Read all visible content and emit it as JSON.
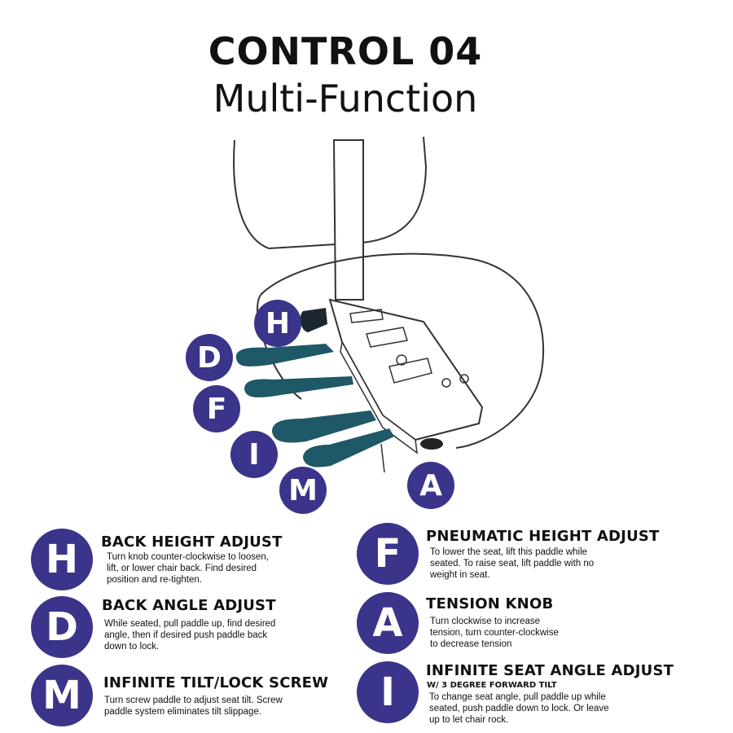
{
  "title": "CONTROL 04",
  "subtitle": "Multi-Function",
  "colors": {
    "badge": "#3a348a",
    "paddle": "#1f5866",
    "outline": "#333333"
  },
  "diagram_labels": {
    "H": "H",
    "D": "D",
    "F": "F",
    "I": "I",
    "M": "M",
    "A": "A"
  },
  "legend": {
    "H": {
      "letter": "H",
      "title": "BACK HEIGHT ADJUST",
      "desc": [
        "Turn knob counter-clockwise to loosen,",
        "lift, or lower chair back. Find desired",
        "position and re-tighten."
      ]
    },
    "D": {
      "letter": "D",
      "title": "BACK ANGLE ADJUST",
      "desc": [
        "While seated, pull paddle up, find desired",
        "angle, then if desired push paddle back",
        "down to lock."
      ]
    },
    "M": {
      "letter": "M",
      "title": "INFINITE TILT/LOCK SCREW",
      "desc": [
        "Turn screw paddle to adjust seat tilt. Screw",
        "paddle system eliminates tilt slippage."
      ]
    },
    "F": {
      "letter": "F",
      "title": "PNEUMATIC HEIGHT ADJUST",
      "desc": [
        "To lower the seat, lift this paddle while",
        "seated. To raise seat, lift paddle with no",
        "weight in seat."
      ]
    },
    "A": {
      "letter": "A",
      "title": "TENSION KNOB",
      "desc": [
        "Turn clockwise to increase",
        "tension, turn counter-clockwise",
        "to decrease tension"
      ]
    },
    "I": {
      "letter": "I",
      "title": "INFINITE SEAT ANGLE ADJUST",
      "subtitle": "W/ 3 DEGREE FORWARD TILT",
      "desc": [
        "To change seat angle, pull paddle up while",
        "seated, push paddle down to lock. Or leave",
        "up to let  chair rock."
      ]
    }
  }
}
